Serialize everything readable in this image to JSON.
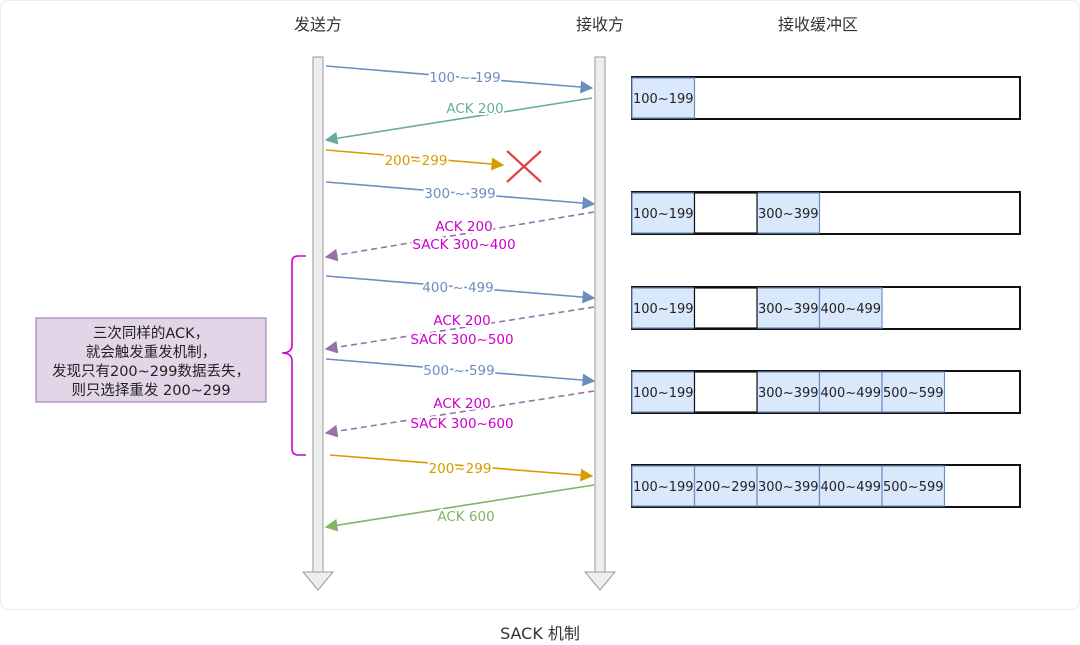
{
  "headers": {
    "sender": "发送方",
    "receiver": "接收方",
    "buffer": "接收缓冲区"
  },
  "colors": {
    "data": "#6c8ebf",
    "ack": "#67ab9f",
    "lost": "#d79b00",
    "sack": "#9673a6",
    "sack_text": "#cc00cc",
    "final_ack": "#82b366",
    "cross": "#e04040",
    "cell_fill": "#dae8fc",
    "brace": "#cc00cc",
    "note_fill": "#e1d5e7",
    "note_border": "#9673a6"
  },
  "messages": [
    {
      "name": "data-100-199",
      "kind": "data",
      "lines": [
        "100 ~ 199"
      ]
    },
    {
      "name": "ack-200",
      "kind": "ack",
      "lines": [
        "ACK 200"
      ]
    },
    {
      "name": "data-200-299-lost",
      "kind": "lost",
      "lines": [
        "200~299"
      ]
    },
    {
      "name": "data-300-399",
      "kind": "data",
      "lines": [
        "300 ~ 399"
      ]
    },
    {
      "name": "sack-300-400",
      "kind": "sack",
      "lines": [
        "ACK 200",
        "SACK 300~400"
      ]
    },
    {
      "name": "data-400-499",
      "kind": "data",
      "lines": [
        "400 ~ 499"
      ]
    },
    {
      "name": "sack-300-500",
      "kind": "sack",
      "lines": [
        "ACK 200",
        "SACK 300~500"
      ]
    },
    {
      "name": "data-500-599",
      "kind": "data",
      "lines": [
        "500 ~ 599"
      ]
    },
    {
      "name": "sack-300-600",
      "kind": "sack",
      "lines": [
        "ACK 200",
        "SACK 300~600"
      ]
    },
    {
      "name": "data-200-299-retransmit",
      "kind": "lost",
      "lines": [
        "200~299"
      ]
    },
    {
      "name": "ack-600",
      "kind": "final_ack",
      "lines": [
        "ACK 600"
      ]
    }
  ],
  "buffers": [
    [
      "100~199",
      "",
      "",
      "",
      "",
      ""
    ],
    [
      "100~199",
      "",
      "300~399",
      "",
      "",
      ""
    ],
    [
      "100~199",
      "",
      "300~399",
      "400~499",
      "",
      ""
    ],
    [
      "100~199",
      "",
      "300~399",
      "400~499",
      "500~599",
      ""
    ],
    [
      "100~199",
      "200~299",
      "300~399",
      "400~499",
      "500~599",
      ""
    ]
  ],
  "note": {
    "lines": [
      "三次同样的ACK，",
      "就会触发重发机制，",
      "发现只有200~299数据丢失，",
      "则只选择重发 200~299"
    ]
  },
  "caption": "SACK 机制"
}
